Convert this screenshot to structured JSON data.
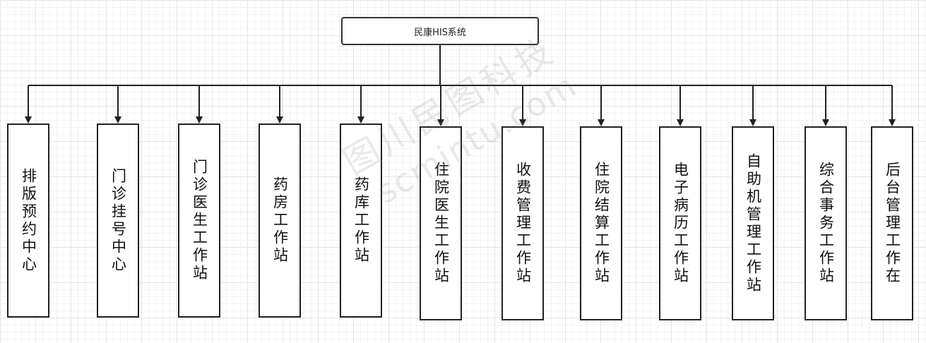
{
  "root": {
    "label": "民康HIS系统"
  },
  "nodes": [
    {
      "label": "排版预约中心"
    },
    {
      "label": "门诊挂号中心"
    },
    {
      "label": "门诊医生工作站"
    },
    {
      "label": "药房工作站"
    },
    {
      "label": "药库工作站"
    },
    {
      "label": "住院医生工作站"
    },
    {
      "label": "收费管理工作站"
    },
    {
      "label": "住院结算工作站"
    },
    {
      "label": "电子病历工作站"
    },
    {
      "label": "自助机管理工作站"
    },
    {
      "label": "综合事务工作站"
    },
    {
      "label": "后台管理工作在"
    }
  ],
  "watermark": {
    "line1": "图川民图科技",
    "line2": "scmintu.com"
  }
}
